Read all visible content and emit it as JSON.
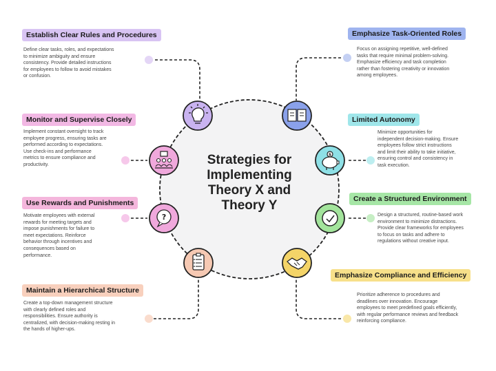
{
  "title": {
    "line1": "Strategies for",
    "line2": "Implementing",
    "line3": "Theory X and",
    "line4": "Theory Y"
  },
  "left": [
    {
      "heading": "Establish Clear Rules and Procedures",
      "color": "#d8c4f3",
      "icon": "lightbulb-icon",
      "lines": [
        "Define clear tasks, roles, and expectations",
        "to minimize ambiguity and ensure",
        "consistency. Provide detailed instructions",
        "for employees to follow to avoid mistakes",
        "or confusion."
      ]
    },
    {
      "heading": "Monitor and Supervise Closely",
      "color": "#f2b8e4",
      "icon": "team-hierarchy-icon",
      "lines": [
        "Implement constant oversight to track",
        "employee progress, ensuring tasks are",
        "performed according to expectations.",
        "Use check-ins and performance",
        "metrics to ensure compliance and",
        "productivity."
      ]
    },
    {
      "heading": "Use Rewards and Punishments",
      "color": "#f4b6dc",
      "icon": "question-bubble-icon",
      "lines": [
        "Motivate employees with external",
        "rewards for meeting targets and",
        "impose punishments for failure to",
        "meet expectations. Reinforce",
        "behavior through incentives and",
        "consequences based on",
        "performance."
      ]
    },
    {
      "heading": "Maintain a Hierarchical Structure",
      "color": "#f8d0bd",
      "icon": "checklist-icon",
      "lines": [
        "Create a top-down management structure",
        "with clearly defined roles and",
        "responsibilities. Ensure authority is",
        "centralized, with decision-making resting in",
        "the hands of higher-ups."
      ]
    }
  ],
  "right": [
    {
      "heading": "Emphasize Task-Oriented Roles",
      "color": "#9fb4ef",
      "icon": "open-book-icon",
      "lines": [
        "Focus on assigning repetitive, well-defined",
        "tasks that require minimal problem-solving.",
        "Emphasize efficiency and task completion",
        "rather than fostering creativity or innovation",
        "among employees."
      ]
    },
    {
      "heading": "Limited Autonomy",
      "color": "#9fe6ea",
      "icon": "piggy-bank-icon",
      "lines": [
        "Minimize opportunities for",
        "independent decision-making. Ensure",
        "employees follow strict instructions",
        "and limit their ability to take initiative,",
        "ensuring control and consistency in",
        "task execution."
      ]
    },
    {
      "heading": "Create a Structured Environment",
      "color": "#a6e6a6",
      "icon": "clock-icon",
      "lines": [
        "Design a structured, routine-based work",
        "environment to minimize distractions.",
        "Provide clear frameworks for employees",
        "to focus on tasks and adhere to",
        "regulations without creative input."
      ]
    },
    {
      "heading": "Emphasize Compliance and Efficiency",
      "color": "#f7e08a",
      "icon": "handshake-icon",
      "lines": [
        "Prioritize adherence to procedures and",
        "deadlines over innovation. Encourage",
        "employees to meet predefined goals efficiently,",
        "with regular performance reviews and feedback",
        "reinforcing compliance."
      ]
    }
  ],
  "colors": {
    "circle_fill": "#f3f3f4",
    "line": "#222222",
    "lavender": "#c9b3f0",
    "pink": "#f0a8dc",
    "peach": "#f6c9b3",
    "blue": "#8aa1ea",
    "cyan": "#8ee0e6",
    "green": "#a3e49c",
    "yellow": "#f4d468"
  }
}
